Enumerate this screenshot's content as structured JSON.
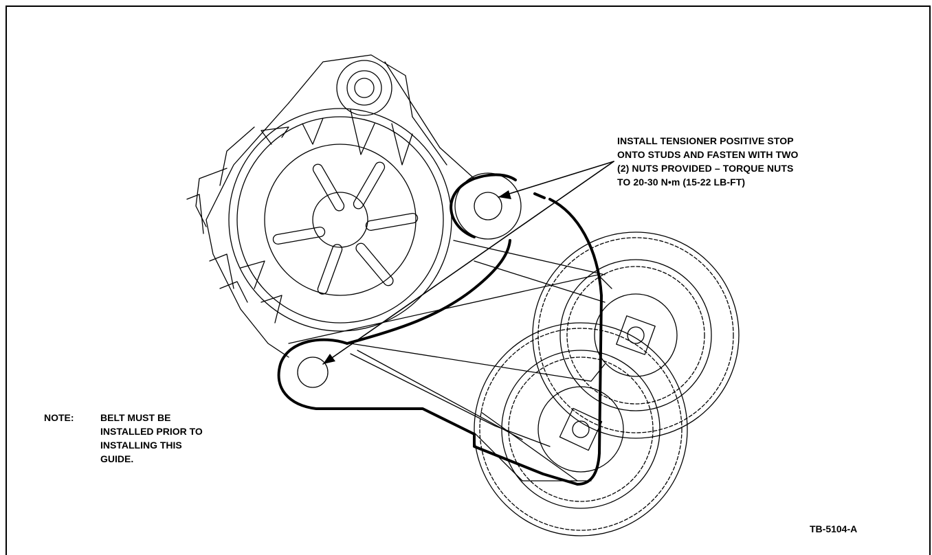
{
  "callout": {
    "lines": [
      "INSTALL TENSIONER POSITIVE STOP",
      "ONTO STUDS AND FASTEN WITH TWO",
      "(2) NUTS PROVIDED – TORQUE NUTS",
      "TO 20-30 N•m (15-22 LB-FT)"
    ]
  },
  "note": {
    "label": "NOTE:",
    "lines": [
      "BELT MUST BE",
      "INSTALLED PRIOR TO",
      "INSTALLING THIS",
      "GUIDE."
    ]
  },
  "figure_id": "TB-5104-A"
}
